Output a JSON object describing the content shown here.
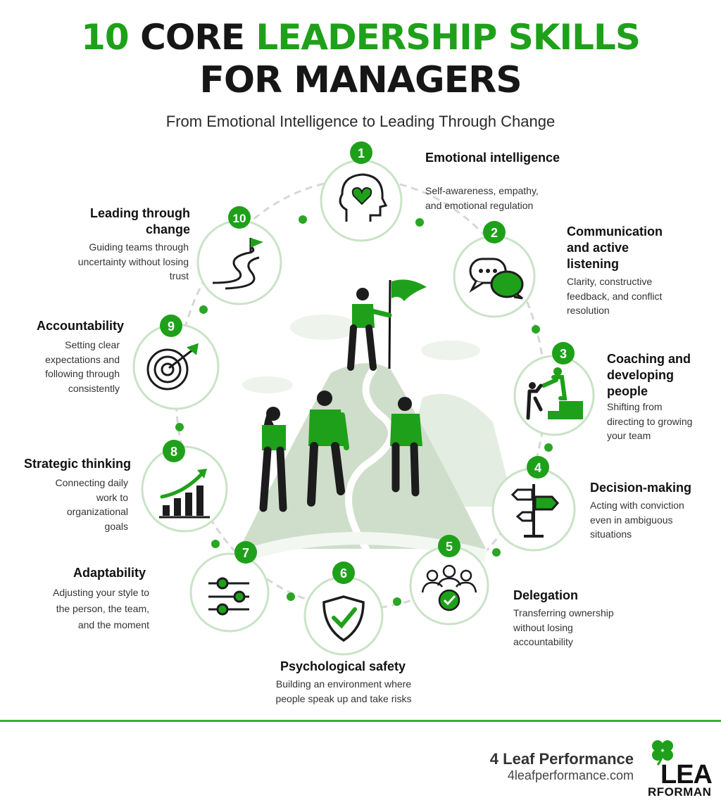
{
  "header": {
    "title_num": "10",
    "title_core": "CORE",
    "title_green": "LEADERSHIP SKILLS",
    "title_line2": "FOR MANAGERS",
    "subtitle": "From Emotional Intelligence to Leading Through Change"
  },
  "skills": [
    {
      "num": "1",
      "title": "Emotional intelligence",
      "desc": "Self-awareness, empathy, and emotional regulation",
      "icon": "heart-head-icon"
    },
    {
      "num": "2",
      "title": "Communication and active listening",
      "desc": "Clarity, constructive feedback, and conflict resolution",
      "icon": "chat-bubbles-icon"
    },
    {
      "num": "3",
      "title": "Coaching and developing people",
      "desc": "Shifting from directing to growing your team",
      "icon": "stairs-helping-icon"
    },
    {
      "num": "4",
      "title": "Decision-making",
      "desc": "Acting with conviction even in ambiguous situations",
      "icon": "signpost-icon"
    },
    {
      "num": "5",
      "title": "Delegation",
      "desc": "Transferring ownership without losing accountability",
      "icon": "team-check-icon"
    },
    {
      "num": "6",
      "title": "Psychological safety",
      "desc": "Building an environment where people speak up and take risks",
      "icon": "shield-check-icon"
    },
    {
      "num": "7",
      "title": "Adaptability",
      "desc": "Adjusting your style to the person, the team, and the moment",
      "icon": "sliders-icon"
    },
    {
      "num": "8",
      "title": "Strategic thinking",
      "desc": "Connecting daily work to organizational goals",
      "icon": "growth-chart-icon"
    },
    {
      "num": "9",
      "title": "Accountability",
      "desc": "Setting clear expectations and following through consistently",
      "icon": "target-icon"
    },
    {
      "num": "10",
      "title": "Leading through change",
      "desc": "Guiding teams through uncertainty without losing trust",
      "icon": "winding-road-flag-icon"
    }
  ],
  "footer": {
    "brand": "4 Leaf Performance",
    "url": "4leafperformance.com",
    "logo_line1": "LEA",
    "logo_line2": "RFORMAN"
  },
  "colors": {
    "accent": "#1fa01a",
    "ring": "#c9e3c6",
    "mountain": "#cfdecb"
  }
}
